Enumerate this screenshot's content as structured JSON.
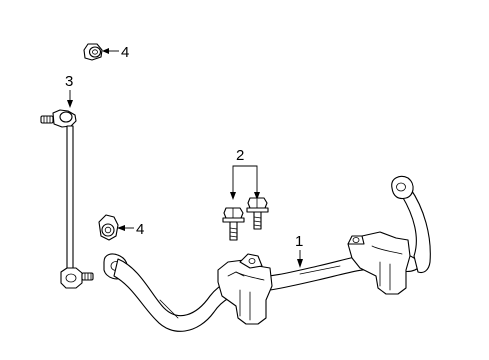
{
  "callouts": {
    "stabilizer_bar": "1",
    "bracket_bolts": "2",
    "stabilizer_link": "3",
    "nut_upper": "4",
    "nut_lower": "4"
  },
  "colors": {
    "line": "#000000",
    "background": "#ffffff"
  }
}
